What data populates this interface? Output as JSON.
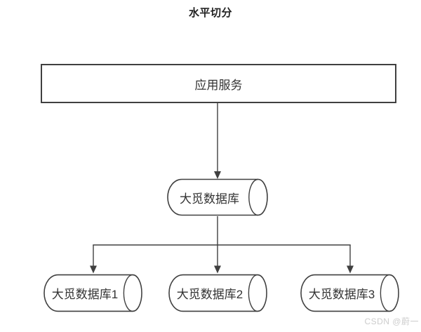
{
  "diagram": {
    "title": "水平切分",
    "nodes": [
      {
        "id": "app-service",
        "label": "应用服务",
        "shape": "rectangle"
      },
      {
        "id": "main-db",
        "label": "大觅数据库",
        "shape": "cylinder"
      },
      {
        "id": "db-1",
        "label": "大觅数据库1",
        "shape": "cylinder"
      },
      {
        "id": "db-2",
        "label": "大觅数据库2",
        "shape": "cylinder"
      },
      {
        "id": "db-3",
        "label": "大觅数据库3",
        "shape": "cylinder"
      }
    ],
    "edges": [
      {
        "from": "app-service",
        "to": "main-db",
        "arrow": true
      },
      {
        "from": "main-db",
        "to": "db-1",
        "arrow": true
      },
      {
        "from": "main-db",
        "to": "db-2",
        "arrow": true
      },
      {
        "from": "main-db",
        "to": "db-3",
        "arrow": true
      }
    ],
    "colors": {
      "line": "#404040",
      "text": "#333333",
      "title": "#222222",
      "background": "#ffffff",
      "watermark": "#cccccc"
    }
  },
  "watermark": {
    "text": "CSDN @蔚一"
  }
}
